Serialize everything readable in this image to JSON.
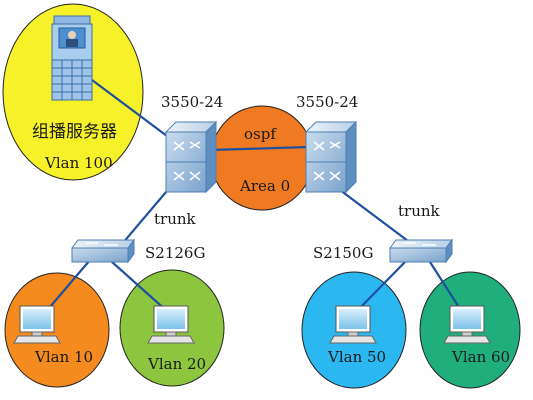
{
  "zones": {
    "server_zone": "组播服务器",
    "server_vlan": "Vlan 100",
    "ospf": "ospf",
    "area": "Area 0",
    "vlan10": "Vlan 10",
    "vlan20": "Vlan 20",
    "vlan50": "Vlan 50",
    "vlan60": "Vlan 60"
  },
  "devices": {
    "core_left": "3550-24",
    "core_right": "3550-24",
    "access_left": "S2126G",
    "access_right": "S2150G"
  },
  "links": {
    "trunk_left": "trunk",
    "trunk_right": "trunk"
  },
  "colors": {
    "server_zone": "#f7f12a",
    "ospf_zone": "#f07a22",
    "vlan10": "#f58a1f",
    "vlan20": "#8cc63f",
    "vlan50": "#2bb8f0",
    "vlan60": "#1fae7c",
    "switch_top": "#dbe8f4",
    "switch_side": "#6f9cc8",
    "link": "#1f4fa0"
  }
}
